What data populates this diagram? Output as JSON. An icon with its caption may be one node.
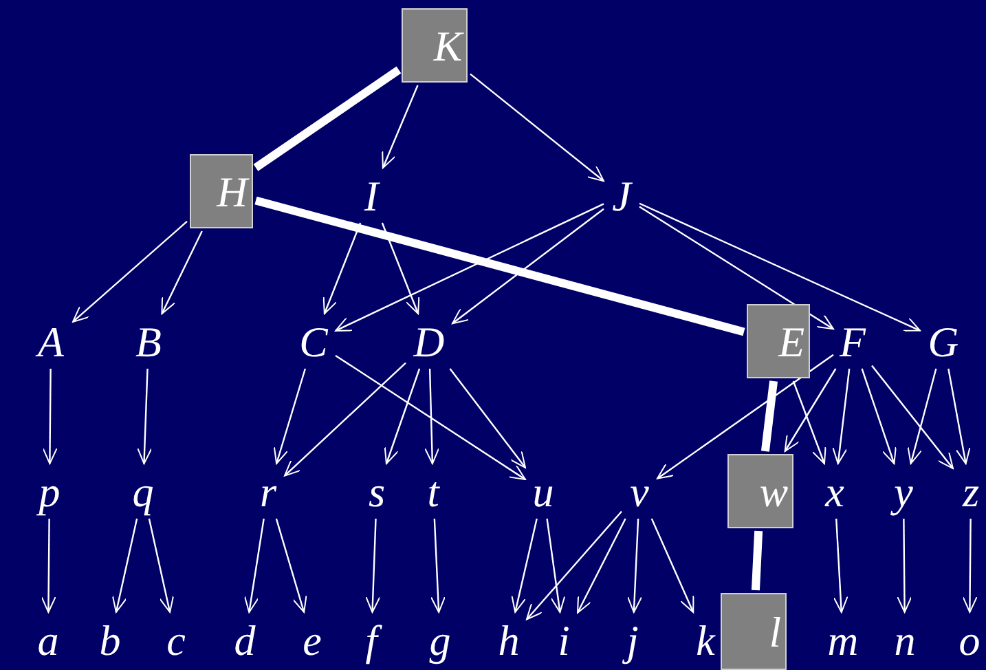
{
  "diagram": {
    "nodes": [
      {
        "text": [
          "K"
        ]
      },
      {
        "text": [
          "H"
        ]
      },
      {
        "text": [
          "I"
        ]
      },
      {
        "text": [
          "J"
        ]
      },
      {
        "text": [
          "A"
        ]
      },
      {
        "text": [
          "B"
        ]
      },
      {
        "text": [
          "C"
        ]
      },
      {
        "text": [
          "D"
        ]
      },
      {
        "text": [
          "E"
        ]
      },
      {
        "text": [
          "F"
        ]
      },
      {
        "text": [
          "G"
        ]
      },
      {
        "text": [
          "p"
        ]
      },
      {
        "text": [
          "q"
        ]
      },
      {
        "text": [
          "r"
        ]
      },
      {
        "text": [
          "s"
        ]
      },
      {
        "text": [
          "t"
        ]
      },
      {
        "text": [
          "u"
        ]
      },
      {
        "text": [
          "v"
        ]
      },
      {
        "text": [
          "w"
        ]
      },
      {
        "text": [
          "x"
        ]
      },
      {
        "text": [
          "y"
        ]
      },
      {
        "text": [
          "z"
        ]
      },
      {
        "text": [
          "a"
        ]
      },
      {
        "text": [
          "b"
        ]
      },
      {
        "text": [
          "c"
        ]
      },
      {
        "text": [
          "d"
        ]
      },
      {
        "text": [
          "e"
        ]
      },
      {
        "text": [
          "f"
        ]
      },
      {
        "text": [
          "g"
        ]
      },
      {
        "text": [
          "h"
        ]
      },
      {
        "text": [
          "i"
        ]
      },
      {
        "text": [
          "j"
        ]
      },
      {
        "text": [
          "k"
        ]
      },
      {
        "text": [
          "l"
        ]
      },
      {
        "text": [
          "m"
        ]
      },
      {
        "text": [
          "n"
        ]
      },
      {
        "text": [
          "o"
        ]
      }
    ],
    "edges": [
      {
        "from": 0,
        "to": 1,
        "arrow": "none",
        "style": "thick"
      },
      {
        "from": 0,
        "to": 2,
        "arrow": "to"
      },
      {
        "from": 0,
        "to": 3,
        "arrow": "to"
      },
      {
        "from": 1,
        "to": 4,
        "arrow": "to"
      },
      {
        "from": 1,
        "to": 5,
        "arrow": "to"
      },
      {
        "from": 1,
        "to": 8,
        "arrow": "none",
        "style": "thick"
      },
      {
        "from": 2,
        "to": 6,
        "arrow": "to"
      },
      {
        "from": 2,
        "to": 7,
        "arrow": "to"
      },
      {
        "from": 3,
        "to": 6,
        "arrow": "to"
      },
      {
        "from": 3,
        "to": 7,
        "arrow": "to"
      },
      {
        "from": 3,
        "to": 9,
        "arrow": "to"
      },
      {
        "from": 3,
        "to": 10,
        "arrow": "to"
      },
      {
        "from": 4,
        "to": 11,
        "arrow": "to"
      },
      {
        "from": 5,
        "to": 12,
        "arrow": "to"
      },
      {
        "from": 6,
        "to": 13,
        "arrow": "to"
      },
      {
        "from": 6,
        "to": 16,
        "arrow": "to"
      },
      {
        "from": 7,
        "to": 13,
        "arrow": "to"
      },
      {
        "from": 7,
        "to": 14,
        "arrow": "to"
      },
      {
        "from": 7,
        "to": 15,
        "arrow": "to"
      },
      {
        "from": 7,
        "to": 16,
        "arrow": "to"
      },
      {
        "from": 8,
        "to": 18,
        "arrow": "none",
        "style": "thick"
      },
      {
        "from": 8,
        "to": 19,
        "arrow": "to"
      },
      {
        "from": 9,
        "to": 17,
        "arrow": "to"
      },
      {
        "from": 9,
        "to": 18,
        "arrow": "to"
      },
      {
        "from": 9,
        "to": 19,
        "arrow": "to"
      },
      {
        "from": 9,
        "to": 20,
        "arrow": "to"
      },
      {
        "from": 9,
        "to": 21,
        "arrow": "to"
      },
      {
        "from": 10,
        "to": 20,
        "arrow": "to"
      },
      {
        "from": 10,
        "to": 21,
        "arrow": "to"
      },
      {
        "from": 11,
        "to": 22,
        "arrow": "to"
      },
      {
        "from": 12,
        "to": 23,
        "arrow": "to"
      },
      {
        "from": 12,
        "to": 24,
        "arrow": "to"
      },
      {
        "from": 13,
        "to": 25,
        "arrow": "to"
      },
      {
        "from": 13,
        "to": 26,
        "arrow": "to"
      },
      {
        "from": 14,
        "to": 27,
        "arrow": "to"
      },
      {
        "from": 15,
        "to": 28,
        "arrow": "to"
      },
      {
        "from": 16,
        "to": 29,
        "arrow": "to"
      },
      {
        "from": 16,
        "to": 30,
        "arrow": "to"
      },
      {
        "from": 17,
        "to": 29,
        "arrow": "to"
      },
      {
        "from": 17,
        "to": 30,
        "arrow": "to"
      },
      {
        "from": 17,
        "to": 31,
        "arrow": "to"
      },
      {
        "from": 17,
        "to": 32,
        "arrow": "to"
      },
      {
        "from": 18,
        "to": 33,
        "arrow": "none",
        "style": "thick"
      },
      {
        "from": 19,
        "to": 34,
        "arrow": "to"
      },
      {
        "from": 20,
        "to": 35,
        "arrow": "to"
      },
      {
        "from": 21,
        "to": 36,
        "arrow": "to"
      }
    ]
  }
}
